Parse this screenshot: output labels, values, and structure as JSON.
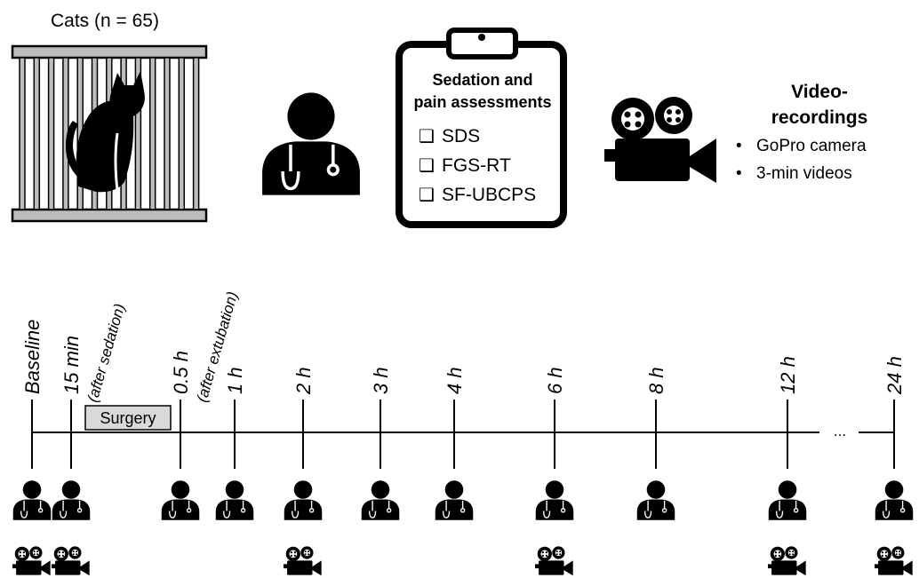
{
  "cats": {
    "label": "Cats (n = 65)"
  },
  "clipboard": {
    "title_line1": "Sedation and",
    "title_line2": "pain assessments",
    "items": [
      "SDS",
      "FGS-RT",
      "SF-UBCPS"
    ],
    "checkbox_glyph": "❑"
  },
  "video": {
    "title_line1": "Video-",
    "title_line2": "recordings",
    "bullets": [
      "GoPro camera",
      "3-min videos"
    ],
    "bullet_glyph": "•"
  },
  "timeline": {
    "surgery_label": "Surgery",
    "ellipsis": "...",
    "points": [
      {
        "label": "Baseline",
        "sub": "",
        "assessed": true,
        "video": true
      },
      {
        "label": "15 min",
        "sub": "(after sedation)",
        "assessed": true,
        "video": true
      },
      {
        "label": "0.5 h",
        "sub": "(after extubation)",
        "assessed": true,
        "video": false
      },
      {
        "label": "1 h",
        "sub": "",
        "assessed": true,
        "video": false
      },
      {
        "label": "2 h",
        "sub": "",
        "assessed": true,
        "video": true
      },
      {
        "label": "3 h",
        "sub": "",
        "assessed": true,
        "video": false
      },
      {
        "label": "4 h",
        "sub": "",
        "assessed": true,
        "video": false
      },
      {
        "label": "6 h",
        "sub": "",
        "assessed": true,
        "video": true
      },
      {
        "label": "8 h",
        "sub": "",
        "assessed": true,
        "video": false
      },
      {
        "label": "12 h",
        "sub": "",
        "assessed": true,
        "video": true
      },
      {
        "label": "24 h",
        "sub": "",
        "assessed": true,
        "video": true
      }
    ]
  }
}
